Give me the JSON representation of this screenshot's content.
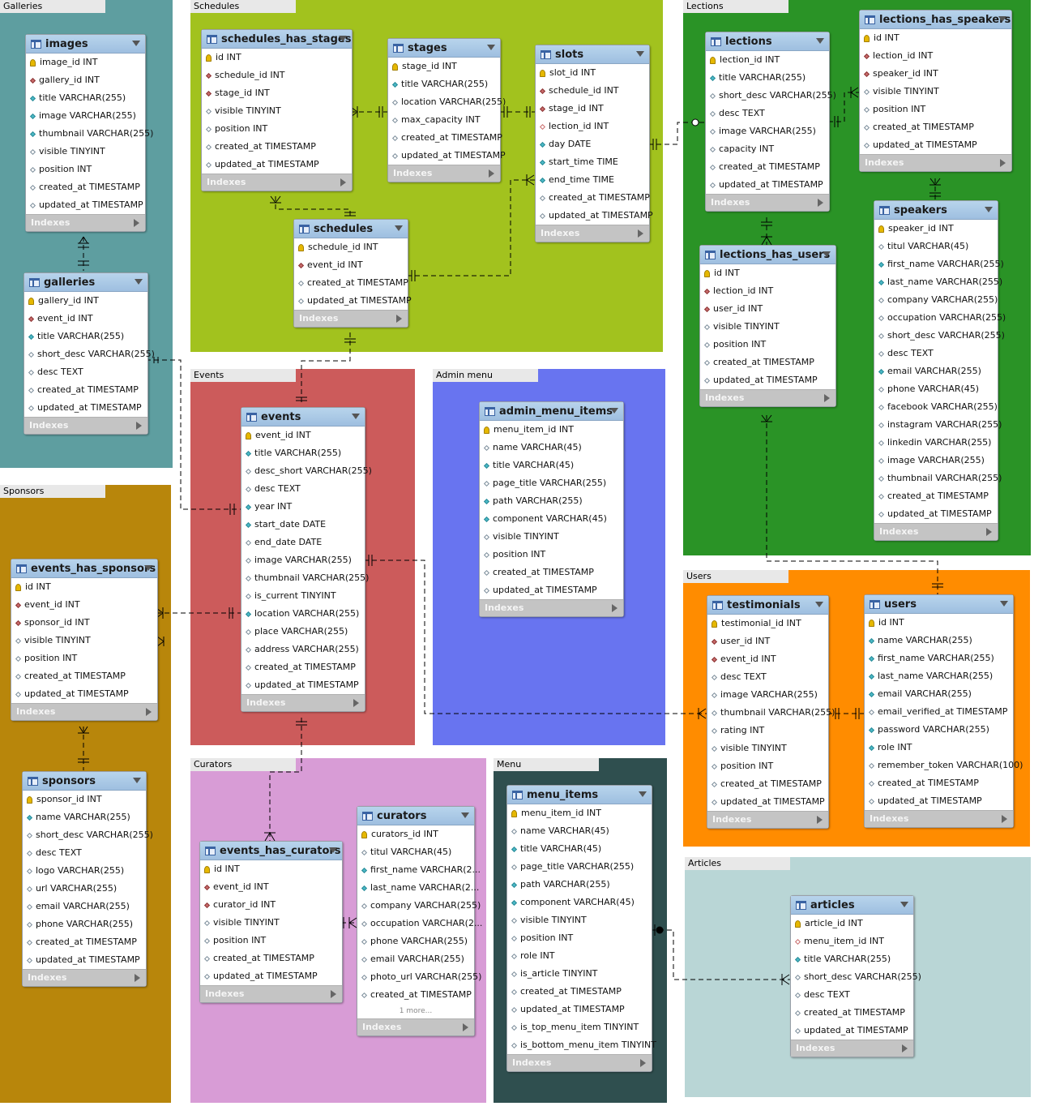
{
  "groups": [
    {
      "label": "Galleries",
      "color": "#5e9ea0"
    },
    {
      "label": "Schedules",
      "color": "#a2c21e"
    },
    {
      "label": "Lections",
      "color": "#2a9326"
    },
    {
      "label": "Events",
      "color": "#cc5b5b"
    },
    {
      "label": "Admin menu",
      "color": "#6874f0"
    },
    {
      "label": "Sponsors",
      "color": "#b8860b"
    },
    {
      "label": "Users",
      "color": "#ff8c00"
    },
    {
      "label": "Curators",
      "color": "#d89cd6"
    },
    {
      "label": "Menu",
      "color": "#2f4f4f"
    },
    {
      "label": "Articles",
      "color": "#b9d6d6"
    }
  ],
  "indexes_label": "Indexes",
  "tables": [
    {
      "name": "images",
      "columns": [
        [
          "pk",
          "image_id INT"
        ],
        [
          "fk",
          "gallery_id INT"
        ],
        [
          "nn",
          "title VARCHAR(255)"
        ],
        [
          "nn",
          "image VARCHAR(255)"
        ],
        [
          "nn",
          "thumbnail VARCHAR(255)"
        ],
        [
          "nl",
          "visible TINYINT"
        ],
        [
          "nl",
          "position INT"
        ],
        [
          "nl",
          "created_at TIMESTAMP"
        ],
        [
          "nl",
          "updated_at TIMESTAMP"
        ]
      ]
    },
    {
      "name": "galleries",
      "columns": [
        [
          "pk",
          "gallery_id INT"
        ],
        [
          "fk",
          "event_id INT"
        ],
        [
          "nn",
          "title VARCHAR(255)"
        ],
        [
          "nl",
          "short_desc VARCHAR(255)"
        ],
        [
          "nl",
          "desc TEXT"
        ],
        [
          "nl",
          "created_at TIMESTAMP"
        ],
        [
          "nl",
          "updated_at TIMESTAMP"
        ]
      ]
    },
    {
      "name": "schedules_has_stages",
      "columns": [
        [
          "pk",
          "id INT"
        ],
        [
          "fk",
          "schedule_id INT"
        ],
        [
          "fk",
          "stage_id INT"
        ],
        [
          "nl",
          "visible TINYINT"
        ],
        [
          "nl",
          "position INT"
        ],
        [
          "nl",
          "created_at TIMESTAMP"
        ],
        [
          "nl",
          "updated_at TIMESTAMP"
        ]
      ]
    },
    {
      "name": "stages",
      "columns": [
        [
          "pk",
          "stage_id INT"
        ],
        [
          "nn",
          "title VARCHAR(255)"
        ],
        [
          "nl",
          "location VARCHAR(255)"
        ],
        [
          "nl",
          "max_capacity INT"
        ],
        [
          "nl",
          "created_at TIMESTAMP"
        ],
        [
          "nl",
          "updated_at TIMESTAMP"
        ]
      ]
    },
    {
      "name": "slots",
      "columns": [
        [
          "pk",
          "slot_id INT"
        ],
        [
          "fk",
          "schedule_id INT"
        ],
        [
          "fk",
          "stage_id INT"
        ],
        [
          "fkn",
          "lection_id INT"
        ],
        [
          "nn",
          "day DATE"
        ],
        [
          "nn",
          "start_time TIME"
        ],
        [
          "nn",
          "end_time TIME"
        ],
        [
          "nl",
          "created_at TIMESTAMP"
        ],
        [
          "nl",
          "updated_at TIMESTAMP"
        ]
      ]
    },
    {
      "name": "schedules",
      "columns": [
        [
          "pk",
          "schedule_id INT"
        ],
        [
          "fk",
          "event_id INT"
        ],
        [
          "nl",
          "created_at TIMESTAMP"
        ],
        [
          "nl",
          "updated_at TIMESTAMP"
        ]
      ]
    },
    {
      "name": "lections",
      "columns": [
        [
          "pk",
          "lection_id INT"
        ],
        [
          "nn",
          "title VARCHAR(255)"
        ],
        [
          "nl",
          "short_desc VARCHAR(255)"
        ],
        [
          "nl",
          "desc TEXT"
        ],
        [
          "nl",
          "image VARCHAR(255)"
        ],
        [
          "nl",
          "capacity INT"
        ],
        [
          "nl",
          "created_at TIMESTAMP"
        ],
        [
          "nl",
          "updated_at TIMESTAMP"
        ]
      ]
    },
    {
      "name": "lections_has_speakers",
      "columns": [
        [
          "pk",
          "id INT"
        ],
        [
          "fk",
          "lection_id INT"
        ],
        [
          "fk",
          "speaker_id INT"
        ],
        [
          "nl",
          "visible TINYINT"
        ],
        [
          "nl",
          "position INT"
        ],
        [
          "nl",
          "created_at TIMESTAMP"
        ],
        [
          "nl",
          "updated_at TIMESTAMP"
        ]
      ]
    },
    {
      "name": "lections_has_users",
      "columns": [
        [
          "pk",
          "id INT"
        ],
        [
          "fk",
          "lection_id INT"
        ],
        [
          "fk",
          "user_id INT"
        ],
        [
          "nl",
          "visible TINYINT"
        ],
        [
          "nl",
          "position INT"
        ],
        [
          "nl",
          "created_at TIMESTAMP"
        ],
        [
          "nl",
          "updated_at TIMESTAMP"
        ]
      ]
    },
    {
      "name": "speakers",
      "columns": [
        [
          "pk",
          "speaker_id INT"
        ],
        [
          "nl",
          "titul VARCHAR(45)"
        ],
        [
          "nn",
          "first_name VARCHAR(255)"
        ],
        [
          "nn",
          "last_name VARCHAR(255)"
        ],
        [
          "nl",
          "company VARCHAR(255)"
        ],
        [
          "nl",
          "occupation VARCHAR(255)"
        ],
        [
          "nl",
          "short_desc VARCHAR(255)"
        ],
        [
          "nl",
          "desc TEXT"
        ],
        [
          "nn",
          "email VARCHAR(255)"
        ],
        [
          "nl",
          "phone VARCHAR(45)"
        ],
        [
          "nl",
          "facebook VARCHAR(255)"
        ],
        [
          "nl",
          "instagram VARCHAR(255)"
        ],
        [
          "nl",
          "linkedin VARCHAR(255)"
        ],
        [
          "nl",
          "image VARCHAR(255)"
        ],
        [
          "nl",
          "thumbnail VARCHAR(255)"
        ],
        [
          "nl",
          "created_at TIMESTAMP"
        ],
        [
          "nl",
          "updated_at TIMESTAMP"
        ]
      ]
    },
    {
      "name": "events",
      "columns": [
        [
          "pk",
          "event_id INT"
        ],
        [
          "nn",
          "title VARCHAR(255)"
        ],
        [
          "nl",
          "desc_short VARCHAR(255)"
        ],
        [
          "nl",
          "desc TEXT"
        ],
        [
          "nn",
          "year INT"
        ],
        [
          "nn",
          "start_date DATE"
        ],
        [
          "nl",
          "end_date DATE"
        ],
        [
          "nl",
          "image VARCHAR(255)"
        ],
        [
          "nl",
          "thumbnail VARCHAR(255)"
        ],
        [
          "nl",
          "is_current TINYINT"
        ],
        [
          "nn",
          "location VARCHAR(255)"
        ],
        [
          "nl",
          "place VARCHAR(255)"
        ],
        [
          "nl",
          "address VARCHAR(255)"
        ],
        [
          "nl",
          "created_at TIMESTAMP"
        ],
        [
          "nl",
          "updated_at TIMESTAMP"
        ]
      ]
    },
    {
      "name": "admin_menu_items",
      "columns": [
        [
          "pk",
          "menu_item_id INT"
        ],
        [
          "nl",
          "name VARCHAR(45)"
        ],
        [
          "nn",
          "title VARCHAR(45)"
        ],
        [
          "nl",
          "page_title VARCHAR(255)"
        ],
        [
          "nn",
          "path VARCHAR(255)"
        ],
        [
          "nn",
          "component VARCHAR(45)"
        ],
        [
          "nl",
          "visible TINYINT"
        ],
        [
          "nl",
          "position INT"
        ],
        [
          "nl",
          "created_at TIMESTAMP"
        ],
        [
          "nl",
          "updated_at TIMESTAMP"
        ]
      ]
    },
    {
      "name": "events_has_sponsors",
      "columns": [
        [
          "pk",
          "id INT"
        ],
        [
          "fk",
          "event_id INT"
        ],
        [
          "fk",
          "sponsor_id INT"
        ],
        [
          "nl",
          "visible TINYINT"
        ],
        [
          "nl",
          "position INT"
        ],
        [
          "nl",
          "created_at TIMESTAMP"
        ],
        [
          "nl",
          "updated_at TIMESTAMP"
        ]
      ]
    },
    {
      "name": "sponsors",
      "columns": [
        [
          "pk",
          "sponsor_id INT"
        ],
        [
          "nn",
          "name VARCHAR(255)"
        ],
        [
          "nl",
          "short_desc VARCHAR(255)"
        ],
        [
          "nl",
          "desc TEXT"
        ],
        [
          "nl",
          "logo VARCHAR(255)"
        ],
        [
          "nl",
          "url VARCHAR(255)"
        ],
        [
          "nl",
          "email VARCHAR(255)"
        ],
        [
          "nl",
          "phone VARCHAR(255)"
        ],
        [
          "nl",
          "created_at TIMESTAMP"
        ],
        [
          "nl",
          "updated_at TIMESTAMP"
        ]
      ]
    },
    {
      "name": "testimonials",
      "columns": [
        [
          "pk",
          "testimonial_id INT"
        ],
        [
          "fk",
          "user_id INT"
        ],
        [
          "fk",
          "event_id INT"
        ],
        [
          "nl",
          "desc TEXT"
        ],
        [
          "nl",
          "image VARCHAR(255)"
        ],
        [
          "nl",
          "thumbnail VARCHAR(255)"
        ],
        [
          "nl",
          "rating INT"
        ],
        [
          "nl",
          "visible TINYINT"
        ],
        [
          "nl",
          "position INT"
        ],
        [
          "nl",
          "created_at TIMESTAMP"
        ],
        [
          "nl",
          "updated_at TIMESTAMP"
        ]
      ]
    },
    {
      "name": "users",
      "columns": [
        [
          "pk",
          "id INT"
        ],
        [
          "nn",
          "name VARCHAR(255)"
        ],
        [
          "nn",
          "first_name VARCHAR(255)"
        ],
        [
          "nn",
          "last_name VARCHAR(255)"
        ],
        [
          "nn",
          "email VARCHAR(255)"
        ],
        [
          "nl",
          "email_verified_at TIMESTAMP"
        ],
        [
          "nn",
          "password VARCHAR(255)"
        ],
        [
          "nn",
          "role INT"
        ],
        [
          "nl",
          "remember_token VARCHAR(100)"
        ],
        [
          "nl",
          "created_at TIMESTAMP"
        ],
        [
          "nl",
          "updated_at TIMESTAMP"
        ]
      ]
    },
    {
      "name": "curators",
      "columns": [
        [
          "pk",
          "curators_id INT"
        ],
        [
          "nl",
          "titul VARCHAR(45)"
        ],
        [
          "nn",
          "first_name VARCHAR(2..."
        ],
        [
          "nn",
          "last_name VARCHAR(2..."
        ],
        [
          "nl",
          "company VARCHAR(255)"
        ],
        [
          "nl",
          "occupation VARCHAR(2..."
        ],
        [
          "nl",
          "phone VARCHAR(255)"
        ],
        [
          "nl",
          "email VARCHAR(255)"
        ],
        [
          "nl",
          "photo_url VARCHAR(255)"
        ],
        [
          "nl",
          "created_at TIMESTAMP"
        ]
      ],
      "more": "1 more..."
    },
    {
      "name": "events_has_curators",
      "columns": [
        [
          "pk",
          "id INT"
        ],
        [
          "fk",
          "event_id INT"
        ],
        [
          "fk",
          "curator_id INT"
        ],
        [
          "nl",
          "visible TINYINT"
        ],
        [
          "nl",
          "position INT"
        ],
        [
          "nl",
          "created_at TIMESTAMP"
        ],
        [
          "nl",
          "updated_at TIMESTAMP"
        ]
      ]
    },
    {
      "name": "menu_items",
      "columns": [
        [
          "pk",
          "menu_item_id INT"
        ],
        [
          "nl",
          "name VARCHAR(45)"
        ],
        [
          "nn",
          "title VARCHAR(45)"
        ],
        [
          "nl",
          "page_title VARCHAR(255)"
        ],
        [
          "nn",
          "path VARCHAR(255)"
        ],
        [
          "nn",
          "component VARCHAR(45)"
        ],
        [
          "nl",
          "visible TINYINT"
        ],
        [
          "nl",
          "position INT"
        ],
        [
          "nl",
          "role INT"
        ],
        [
          "nl",
          "is_article TINYINT"
        ],
        [
          "nl",
          "created_at TIMESTAMP"
        ],
        [
          "nl",
          "updated_at TIMESTAMP"
        ],
        [
          "nl",
          "is_top_menu_item TINYINT"
        ],
        [
          "nl",
          "is_bottom_menu_item TINYINT"
        ]
      ]
    },
    {
      "name": "articles",
      "columns": [
        [
          "pk",
          "article_id INT"
        ],
        [
          "fkn",
          "menu_item_id INT"
        ],
        [
          "nn",
          "title VARCHAR(255)"
        ],
        [
          "nl",
          "short_desc VARCHAR(255)"
        ],
        [
          "nl",
          "desc TEXT"
        ],
        [
          "nl",
          "created_at TIMESTAMP"
        ],
        [
          "nl",
          "updated_at TIMESTAMP"
        ]
      ]
    }
  ]
}
